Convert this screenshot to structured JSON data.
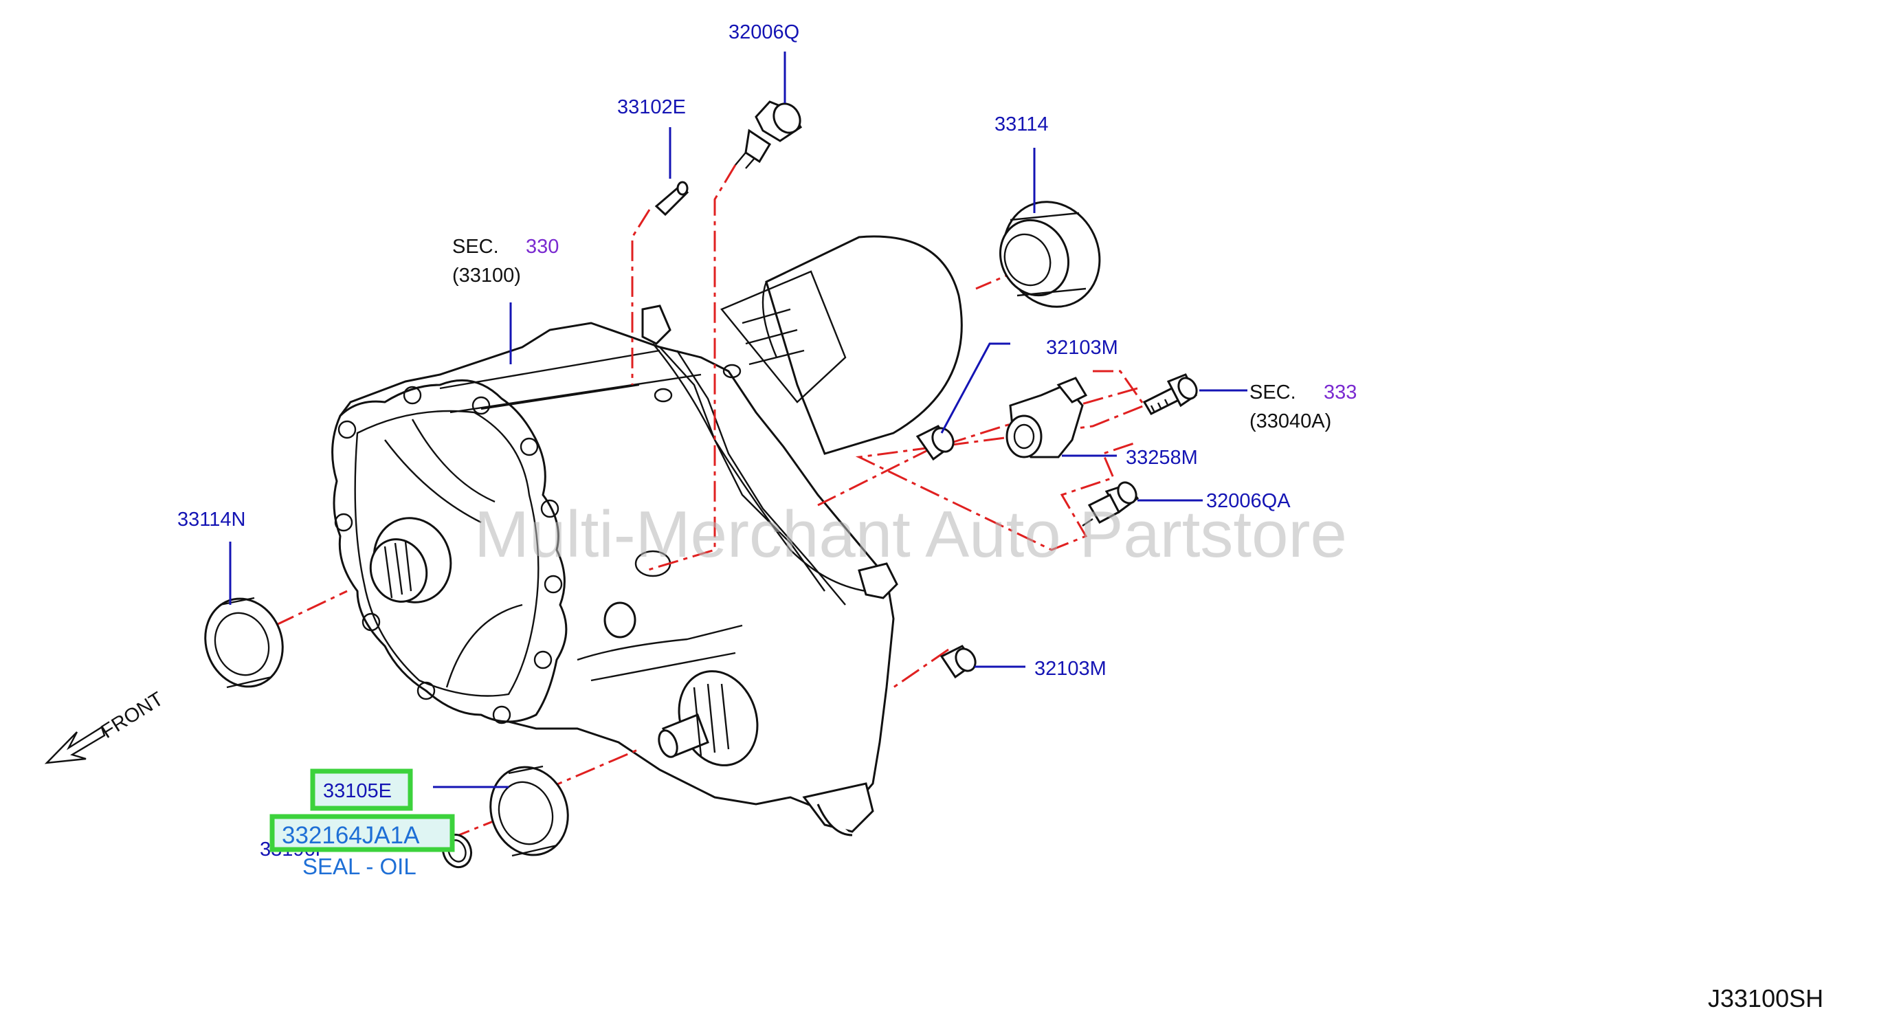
{
  "watermark": "Multi-Merchant Auto Partstore",
  "diagram_code": "J33100SH",
  "front_label": "FRONT",
  "parts": {
    "p32006Q": "32006Q",
    "p33102E": "33102E",
    "p33114": "33114",
    "sec330_prefix": "SEC.",
    "sec330_num": "330",
    "sec330_ref": "(33100)",
    "p32103M_top": "32103M",
    "sec333_prefix": "SEC.",
    "sec333_num": "333",
    "sec333_ref": "(33040A)",
    "p33258M": "33258M",
    "p32006QA": "32006QA",
    "p33114N": "33114N",
    "p32103M_bottom": "32103M",
    "p33105E": "33105E",
    "p33196P": "33196P",
    "highlight_part": "332164JA1A",
    "highlight_desc": "SEAL - OIL"
  }
}
